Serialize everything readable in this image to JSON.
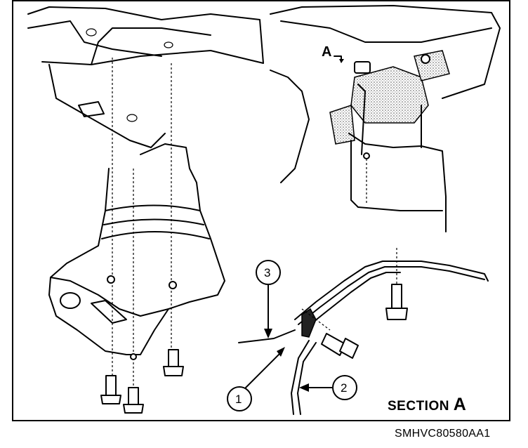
{
  "section_label": {
    "prefix": "SECTION",
    "letter": "A"
  },
  "view_marker": "A",
  "callouts": [
    "1",
    "2",
    "3"
  ],
  "figure_code": "SMHVC80580AA1",
  "colors": {
    "line": "#000000",
    "background": "#ffffff",
    "stipple": "#777777"
  }
}
